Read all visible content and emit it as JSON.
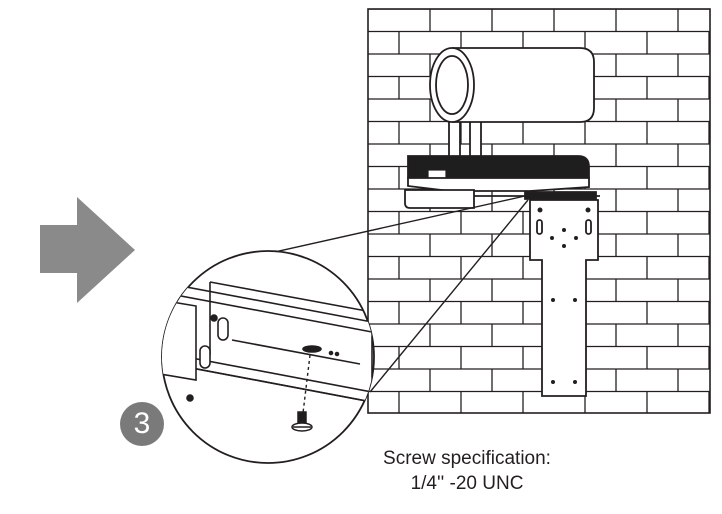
{
  "step": {
    "number": "3"
  },
  "caption": {
    "line1": "Screw specification:",
    "line2": "1/4'' -20 UNC"
  },
  "colors": {
    "line": "#231f20",
    "arrow": "#8a8a8a",
    "badge": "#7a7a7a"
  },
  "icons": {
    "direction": "right-arrow-icon",
    "screw": "screw-icon"
  }
}
